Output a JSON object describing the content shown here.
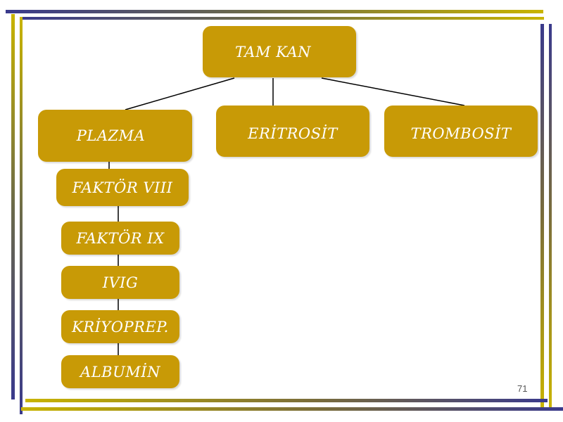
{
  "diagram": {
    "root": "TAM KAN",
    "children": [
      "PLAZMA",
      "ERİTROSİT",
      "TROMBOSİT"
    ],
    "plazma_products": [
      "FAKTÖR VIII",
      "FAKTÖR IX",
      "IVIG",
      "KRİYOPREP.",
      "ALBUMİN"
    ]
  },
  "slide": {
    "page_number": "71"
  },
  "colors": {
    "node_fill": "#c89a06",
    "node_text": "#ffffff",
    "frame_blue": "#3a3a8c",
    "frame_gold": "#c9b400"
  }
}
